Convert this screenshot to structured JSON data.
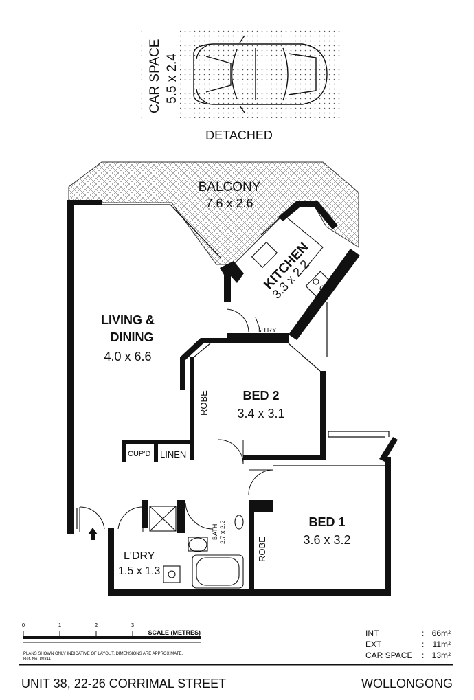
{
  "car_space": {
    "name": "CAR SPACE",
    "size": "5.5 x 2.4",
    "caption": "DETACHED"
  },
  "rooms": {
    "balcony": {
      "name": "BALCONY",
      "size": "7.6 x 2.6"
    },
    "kitchen": {
      "name": "KITCHEN",
      "size": "3.3 x 2.2"
    },
    "pantry": {
      "name": "PTRY"
    },
    "living": {
      "name_line1": "LIVING &",
      "name_line2": "DINING",
      "size": "4.0 x 6.6"
    },
    "bed2": {
      "name": "BED 2",
      "size": "3.4 x 3.1"
    },
    "robe2": {
      "name": "ROBE"
    },
    "cupboard": {
      "name": "CUP'D"
    },
    "linen": {
      "name": "LINEN"
    },
    "bath": {
      "name": "BATH",
      "size": "2.7 x 2.2"
    },
    "laundry": {
      "name": "L'DRY",
      "size": "1.5 x 1.3"
    },
    "bed1": {
      "name": "BED 1",
      "size": "3.6 x 3.2"
    },
    "robe1": {
      "name": "ROBE"
    }
  },
  "scale": {
    "ticks": [
      "0",
      "1",
      "2",
      "3"
    ],
    "label": "SCALE (METRES)"
  },
  "disclaimer": {
    "line1": "PLANS SHOWN ONLY INDICATIVE OF LAYOUT.  DIMENSIONS ARE APPROXIMATE.",
    "line2": "Ref. No: 80311"
  },
  "areas": [
    {
      "label": "INT",
      "sep": ":",
      "value": "66m²"
    },
    {
      "label": "EXT",
      "sep": ":",
      "value": "11m²"
    },
    {
      "label": "CAR SPACE",
      "sep": ":",
      "value": "13m²"
    }
  ],
  "footer": {
    "address": "UNIT 38, 22-26 CORRIMAL STREET",
    "suburb": "WOLLONGONG"
  }
}
